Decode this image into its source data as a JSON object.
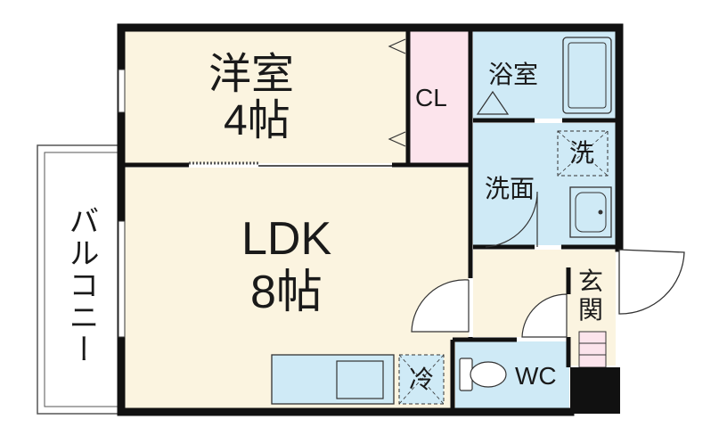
{
  "rooms": {
    "western_room": {
      "name": "洋室",
      "size": "4帖"
    },
    "closet": {
      "name": "CL"
    },
    "bathroom": {
      "name": "浴室"
    },
    "washroom": {
      "name": "洗面"
    },
    "washer": {
      "name": "洗"
    },
    "ldk": {
      "name": "LDK",
      "size": "8帖"
    },
    "entrance": {
      "name": "玄関"
    },
    "fridge": {
      "name": "冷"
    },
    "toilet": {
      "name": "WC"
    },
    "balcony": {
      "name": "バルコニー"
    }
  },
  "colors": {
    "wall": "#111111",
    "room_fill": "#fbf4e0",
    "wet_area_fill": "#cfeaf6",
    "closet_fill": "#fce4ec",
    "balcony_fill": "#ffffff"
  }
}
